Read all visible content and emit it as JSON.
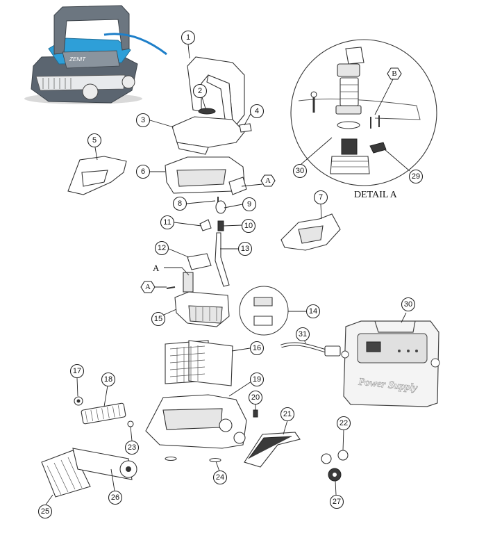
{
  "product_brand_label": "ZENIT",
  "detail_title": "DETAIL A",
  "detail_reference_letter": "A",
  "detail_reference_letter_secondary": "B",
  "power_supply_label": "Power Supply",
  "colors": {
    "robot_body": "#5b6570",
    "robot_accent": "#2e9fd8",
    "cable": "#1e7fc9",
    "line": "#333333"
  },
  "callouts": [
    "1",
    "2",
    "3",
    "4",
    "5",
    "6",
    "7",
    "8",
    "9",
    "10",
    "11",
    "12",
    "13",
    "14",
    "15",
    "16",
    "17",
    "18",
    "19",
    "20",
    "21",
    "22",
    "23",
    "24",
    "25",
    "26",
    "27",
    "29",
    "30",
    "31"
  ],
  "detail_callouts": [
    "30",
    "29"
  ],
  "hex_callouts": [
    "A",
    "A"
  ]
}
